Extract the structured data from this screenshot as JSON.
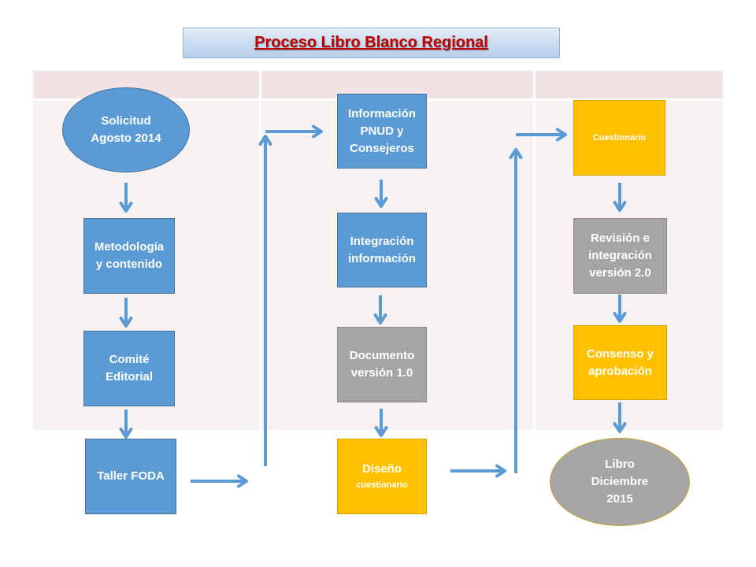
{
  "title": "Proceso Libro Blanco Regional",
  "palette": {
    "arrow": "#5b9bd5",
    "title": "#c00000"
  },
  "nodes": {
    "solicitud": {
      "color": "#5b9bd5",
      "lines": [
        "Solicitud",
        "Agosto 2014"
      ]
    },
    "metodologia": {
      "color": "#5b9bd5",
      "lines": [
        "Metodología",
        "y contenido"
      ]
    },
    "comite": {
      "color": "#5b9bd5",
      "lines": [
        "Comité",
        "Editorial"
      ]
    },
    "taller": {
      "color": "#5b9bd5",
      "lines": [
        "Taller FODA"
      ]
    },
    "informacion": {
      "color": "#5b9bd5",
      "lines": [
        "Información",
        "PNUD y",
        "Consejeros"
      ]
    },
    "integracion": {
      "color": "#5b9bd5",
      "lines": [
        "Integración",
        "información"
      ]
    },
    "documento": {
      "color": "#a5a5a5",
      "lines": [
        "Documento",
        "versión 1.0"
      ]
    },
    "diseno": {
      "color": "#ffc000",
      "lines": [
        "Diseño",
        "cuestionario"
      ]
    },
    "cuestionario": {
      "color": "#ffc000",
      "lines": [
        "Cuestionario"
      ]
    },
    "revision": {
      "color": "#a5a5a5",
      "lines": [
        "Revisión e",
        "integración",
        "versión 2.0"
      ]
    },
    "consenso": {
      "color": "#ffc000",
      "lines": [
        "Consenso y",
        "aprobación"
      ]
    },
    "libro": {
      "color": "#a5a5a5",
      "lines": [
        "Libro",
        "Diciembre",
        "2015"
      ]
    }
  }
}
